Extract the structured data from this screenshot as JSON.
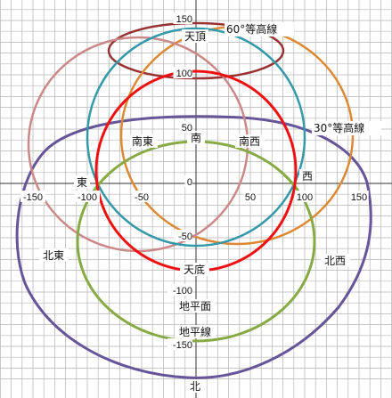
{
  "diagram": {
    "axis_ticks": {
      "x": [
        {
          "value": -150,
          "text": "-150"
        },
        {
          "value": -100,
          "text": "-100"
        },
        {
          "value": -50,
          "text": "-50"
        },
        {
          "value": 0,
          "text": "0"
        },
        {
          "value": 50,
          "text": "50"
        },
        {
          "value": 100,
          "text": "100"
        },
        {
          "value": 150,
          "text": "150"
        }
      ],
      "y": [
        {
          "value": 150,
          "text": "150"
        },
        {
          "value": 100,
          "text": "100"
        },
        {
          "value": 50,
          "text": "50"
        },
        {
          "value": 0,
          "text": "0"
        },
        {
          "value": -50,
          "text": "-50"
        },
        {
          "value": -100,
          "text": "-100"
        },
        {
          "value": -150,
          "text": "-150"
        }
      ]
    },
    "labels": {
      "zenith": "天頂",
      "alt60": "60°等高線",
      "alt30": "30°等高線",
      "south": "南",
      "southeast": "南東",
      "southwest": "南西",
      "east": "東",
      "west": "西",
      "northeast": "北東",
      "northwest": "北西",
      "nadir": "天底",
      "horizon_plane": "地平面",
      "horizon_line": "地平線",
      "north": "北"
    },
    "colors": {
      "grid": "#b4b4b4",
      "axis": "#333333",
      "horizon_plane": "#ee1111",
      "horizon_line": "#88aa44",
      "meridian_ew": "#3399aa",
      "meridian_ns": "#dd8833",
      "meridian_diag": "#cc8888",
      "contour_60": "#993333",
      "outer_sphere": "#665599"
    }
  }
}
